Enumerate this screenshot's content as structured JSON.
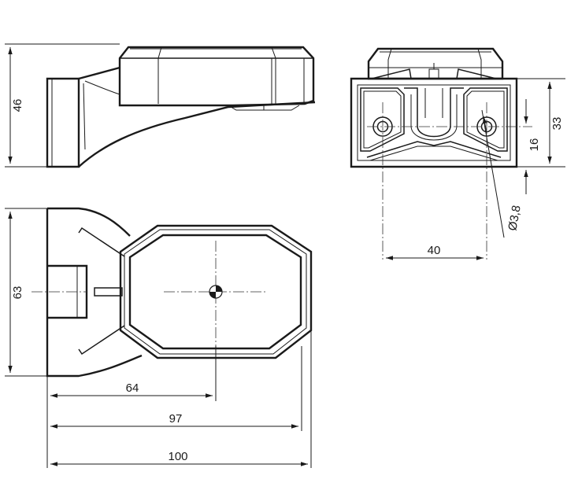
{
  "dimensions": {
    "height_side": "46",
    "width_top": "63",
    "center_offset": "64",
    "body_length": "97",
    "total_length": "100",
    "front_height": "33",
    "hole_height": "16",
    "hole_spacing": "40",
    "hole_diameter": "Ø3,8"
  }
}
